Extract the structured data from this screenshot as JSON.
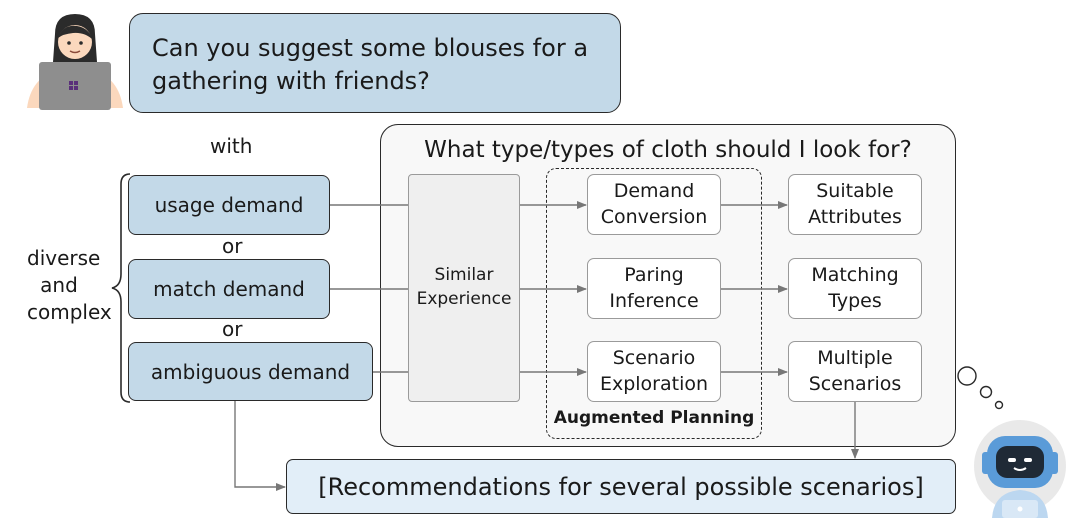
{
  "query": {
    "text": "Can you suggest some blouses for a gathering with friends?"
  },
  "left": {
    "with_label": "with",
    "side_label": [
      "diverse",
      "and",
      "complex"
    ],
    "demands": [
      "usage demand",
      "match demand",
      "ambiguous demand"
    ],
    "or_labels": [
      "or",
      "or"
    ]
  },
  "panel": {
    "question": "What type/types of cloth should I look for?",
    "experience": [
      "Similar",
      "Experience"
    ],
    "planning_label": "Augmented Planning",
    "planning": [
      [
        "Demand",
        "Conversion"
      ],
      [
        "Paring",
        "Inference"
      ],
      [
        "Scenario",
        "Exploration"
      ]
    ],
    "outputs": [
      [
        "Suitable",
        "Attributes"
      ],
      [
        "Matching",
        "Types"
      ],
      [
        "Multiple",
        "Scenarios"
      ]
    ]
  },
  "result": {
    "text": "[Recommendations for several possible scenarios]"
  },
  "colors": {
    "demand_fill": "#c3d9e8",
    "panel_fill": "#f8f8f8",
    "result_fill": "#e2eef8",
    "arrow": "#777777"
  },
  "icons": {
    "user": "user-laptop-icon",
    "robot": "robot-icon",
    "thought": "thought-bubble-icon"
  }
}
